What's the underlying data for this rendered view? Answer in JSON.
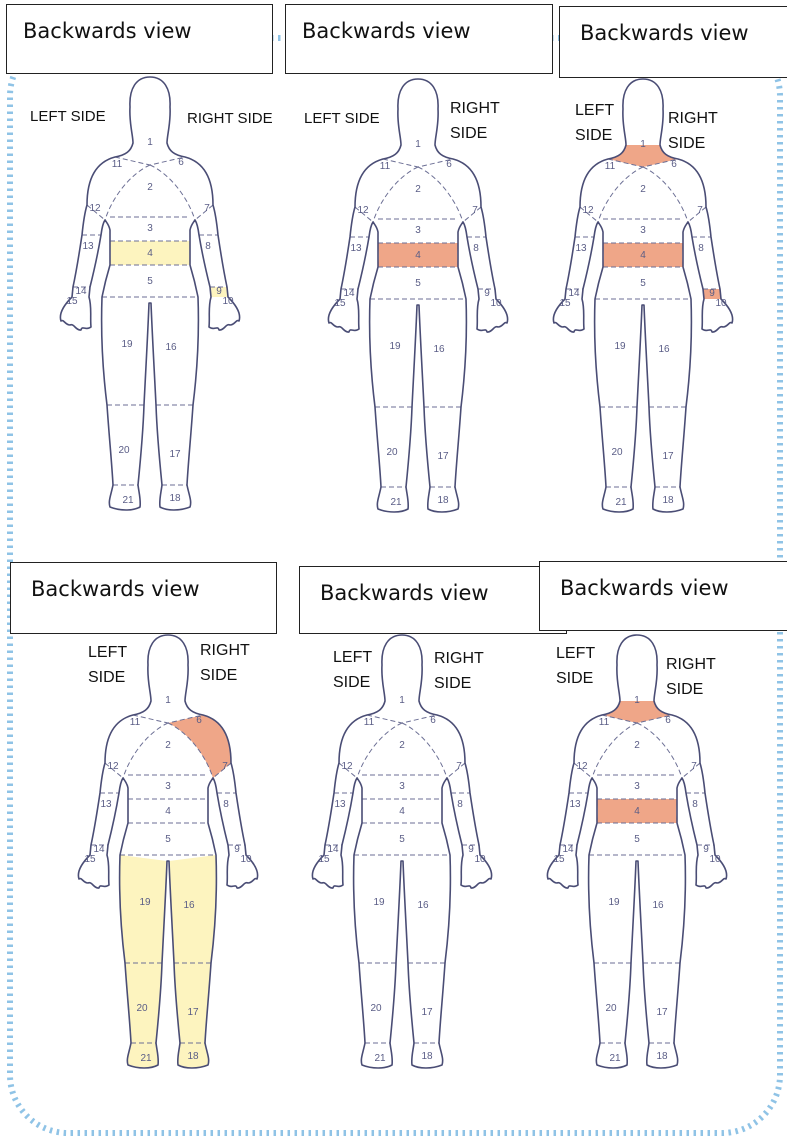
{
  "colors": {
    "outline": "#4a4d75",
    "dashes": "#6b6e94",
    "region_numbers": "#5a5d86",
    "mild": "#fdf4bf",
    "severe": "#efa688",
    "frame_dots": "#8fc3e6"
  },
  "panels": [
    {
      "title": "Backwards view",
      "left_label": "LEFT SIDE",
      "right_label": "RIGHT SIDE",
      "highlights": {
        "4": "mild",
        "9": "mild"
      }
    },
    {
      "title": "Backwards view",
      "left_label": "LEFT SIDE",
      "right_label": "RIGHT SIDE",
      "highlights": {
        "4": "severe"
      }
    },
    {
      "title": "Backwards view",
      "left_label": "LEFT SIDE",
      "right_label": "RIGHT SIDE",
      "highlights": {
        "1": "severe",
        "4": "severe",
        "9": "severe"
      }
    },
    {
      "title": "Backwards view",
      "left_label": "LEFT SIDE",
      "right_label": "RIGHT SIDE",
      "highlights": {
        "6": "severe",
        "16": "mild",
        "17": "mild",
        "18": "mild",
        "19": "mild",
        "20": "mild",
        "21": "mild"
      }
    },
    {
      "title": "Backwards view",
      "left_label": "LEFT SIDE",
      "right_label": "RIGHT SIDE",
      "highlights": {}
    },
    {
      "title": "Backwards view",
      "left_label": "LEFT SIDE",
      "right_label": "RIGHT SIDE",
      "highlights": {
        "1": "severe",
        "4": "severe"
      }
    }
  ],
  "region_numbers": [
    "1",
    "2",
    "3",
    "4",
    "5",
    "6",
    "7",
    "8",
    "9",
    "10",
    "11",
    "12",
    "13",
    "14",
    "15",
    "16",
    "17",
    "18",
    "19",
    "20",
    "21"
  ]
}
